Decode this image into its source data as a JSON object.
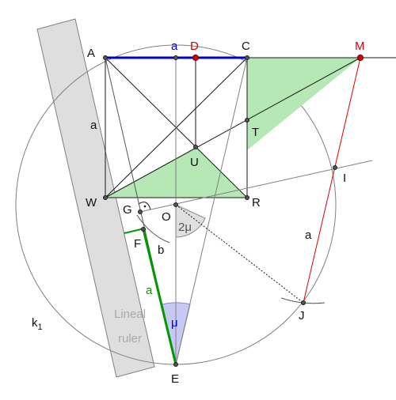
{
  "colors": {
    "ruler_fill": "#dedede",
    "ruler_stroke": "#808080",
    "circle_stroke": "#808080",
    "black": "#1a1a1a",
    "blue": "#0000cc",
    "red": "#dd0000",
    "green": "#009900",
    "green_fill": "#b5e8b5",
    "sector_fill": "#c8c8f5",
    "angle_fill": "#e0e0e0"
  },
  "labels": {
    "A": "A",
    "C": "C",
    "D": "D",
    "M": "M",
    "T": "T",
    "U": "U",
    "W": "W",
    "G": "G",
    "O": "O",
    "R": "R",
    "I": "I",
    "F": "F",
    "J": "J",
    "E": "E",
    "a_top": "a",
    "a_left": "a",
    "a_green": "a",
    "a_red": "a",
    "b": "b",
    "two_mu": "2μ",
    "mu": "μ",
    "k1_main": "k",
    "k1_sub": "1",
    "ruler_line1": "Lineal",
    "ruler_line2": "ruler"
  }
}
